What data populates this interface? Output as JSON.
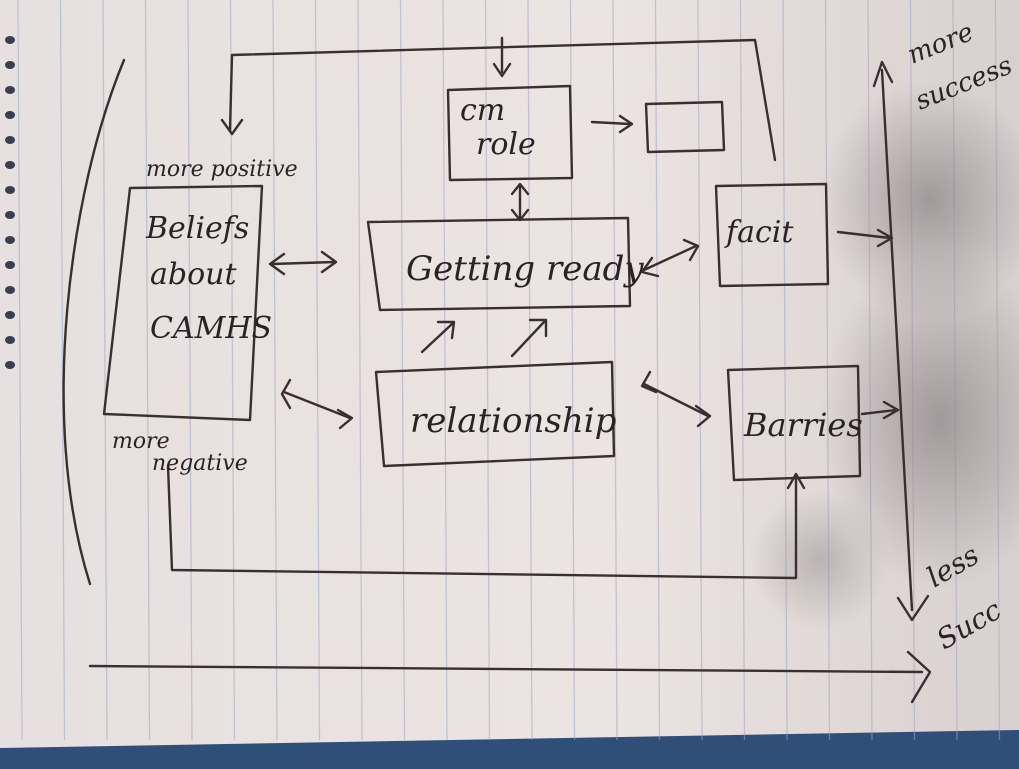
{
  "diagram": {
    "boxes": {
      "beliefs": [
        "Beliefs",
        "about",
        "CAMHS"
      ],
      "cm_role": [
        "cm",
        "role"
      ],
      "getting_ready": "Getting ready",
      "facit": "facit",
      "relationship": "relationship",
      "barriers": "Barries"
    },
    "labels": {
      "more_positive": "more positive",
      "more_negative": [
        "more",
        "negative"
      ],
      "more_success": [
        "more",
        "success"
      ],
      "less_success": [
        "less",
        "Succ"
      ]
    }
  },
  "colors": {
    "paper": "#e9e2df",
    "rule_line": "#9da7c3",
    "ink": "#3a2e31",
    "shadow": "#8a8385",
    "table_blue": "#2f4f78"
  }
}
